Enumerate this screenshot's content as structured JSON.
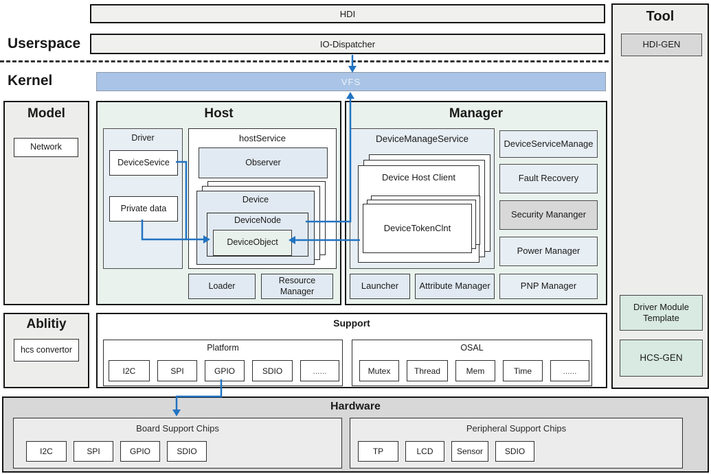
{
  "header": {
    "userspace": "Userspace",
    "kernel": "Kernel",
    "hdi": "HDI",
    "io_dispatcher": "IO-Dispatcher",
    "vfs": "VFS"
  },
  "model": {
    "title": "Model",
    "network": "Network"
  },
  "host": {
    "title": "Host",
    "driver": {
      "title": "Driver",
      "device_sevice": "DeviceSevice",
      "private_data": "Private data"
    },
    "host_service": {
      "title": "hostService",
      "observer": "Observer",
      "device": {
        "title": "Device",
        "device_node": "DeviceNode",
        "device_object": "DeviceObject"
      }
    },
    "loader": "Loader",
    "resource_manager": "Resource Manager"
  },
  "manager": {
    "title": "Manager",
    "device_manage_service": {
      "title": "DeviceManageService",
      "device_host_client": "Device Host Client",
      "device_token_clnt": "DeviceTokenClnt"
    },
    "device_service_manage": "DeviceServiceManage",
    "fault_recovery": "Fault Recovery",
    "security_manager": "Security Mananger",
    "power_manager": "Power Manager",
    "pnp_manager": "PNP Manager",
    "launcher": "Launcher",
    "attribute_manager": "Attribute Manager"
  },
  "tool": {
    "title": "Tool",
    "hdi_gen": "HDI-GEN",
    "driver_module_template": "Driver Module Template",
    "hcs_gen": "HCS-GEN"
  },
  "ability": {
    "title": "Ablitiy",
    "hcs_convertor": "hcs convertor"
  },
  "support": {
    "title": "Support",
    "platform": {
      "title": "Platform",
      "items": [
        "I2C",
        "SPI",
        "GPIO",
        "SDIO",
        "......"
      ]
    },
    "osal": {
      "title": "OSAL",
      "items": [
        "Mutex",
        "Thread",
        "Mem",
        "Time",
        "......"
      ]
    }
  },
  "hardware": {
    "title": "Hardware",
    "board": {
      "title": "Board Support Chips",
      "items": [
        "I2C",
        "SPI",
        "GPIO",
        "SDIO"
      ]
    },
    "peripheral": {
      "title": "Peripheral Support Chips",
      "items": [
        "TP",
        "LCD",
        "Sensor",
        "SDIO"
      ]
    }
  },
  "colors": {
    "vfs_bar": "#a9c4e6",
    "arrow_blue": "#2173c2",
    "panel_green_tint": "#eaf2ee",
    "panel_gray": "#ededec",
    "box_blue": "#e7eef4",
    "box_blue_deep": "#e1eaf2",
    "box_green": "#e9f1ec",
    "box_gray": "#d8d8d8",
    "tool_button_green": "#d8eae1",
    "hardware_bg": "#d8d8d8",
    "hardware_inner": "#ececec"
  }
}
